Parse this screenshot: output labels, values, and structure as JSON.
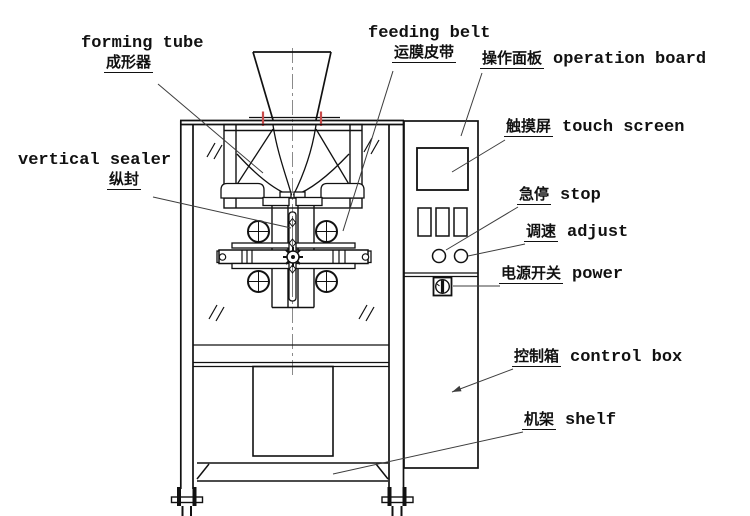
{
  "diagram": {
    "kind": "technical line drawing of a vertical packaging machine, front view, with bilingual part callouts"
  },
  "colors": {
    "line": "#111111",
    "leader": "#3d3d3d",
    "centerline": "#8a8a8a",
    "film_mark_red": "#c84b4b",
    "background": "#ffffff"
  },
  "labels": {
    "forming_tube": {
      "en": "forming tube",
      "zh": "成形器"
    },
    "vertical_sealer": {
      "en": "vertical sealer",
      "zh": "纵封"
    },
    "feeding_belt": {
      "en": "feeding belt",
      "zh": "运膜皮带"
    },
    "operation_board": {
      "en": "operation board",
      "zh": "操作面板"
    },
    "touch_screen": {
      "en": "touch screen",
      "zh": "触摸屏"
    },
    "stop": {
      "en": "stop",
      "zh": "急停"
    },
    "adjust": {
      "en": "adjust",
      "zh": "调速"
    },
    "power": {
      "en": "power",
      "zh": "电源开关"
    },
    "control_box": {
      "en": "control box",
      "zh": "控制箱"
    },
    "shelf": {
      "en": "shelf",
      "zh": "机架"
    }
  }
}
